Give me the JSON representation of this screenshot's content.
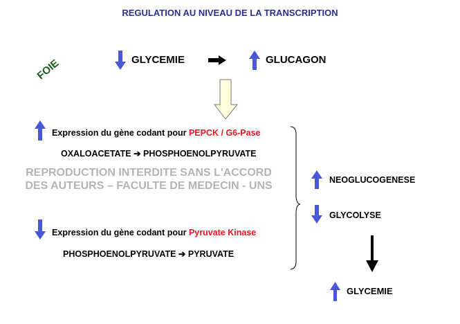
{
  "title": "REGULATION AU NIVEAU DE LA TRANSCRIPTION",
  "organ_label": "FOIE",
  "top_row": {
    "left_label": "GLYCEMIE",
    "right_label": "GLUCAGON"
  },
  "gene_up": {
    "prefix": "Expression du gène codant pour ",
    "enzyme": "PEPCK / G6-Pase",
    "reaction": "OXALOACETATE ➔ PHOSPHOENOLPYRUVATE"
  },
  "gene_down": {
    "prefix": "Expression du gène codant pour ",
    "enzyme": "Pyruvate Kinase",
    "reaction": "PHOSPHOENOLPYRUVATE ➔ PYRUVATE"
  },
  "effects": {
    "up": "NEOGLUCOGENESE",
    "down": "GLYCOLYSE"
  },
  "result": "GLYCEMIE",
  "watermark": "REPRODUCTION INTERDITE SANS L'ACCORD DES AUTEURS – FACULTE DE MEDECIN - UNS",
  "colors": {
    "title": "#2b2f8f",
    "arrow_blue": "#4a57d6",
    "enzyme_red": "#f0141e",
    "organ_green": "#1e5c1e",
    "watermark": "#b4b4b4"
  }
}
